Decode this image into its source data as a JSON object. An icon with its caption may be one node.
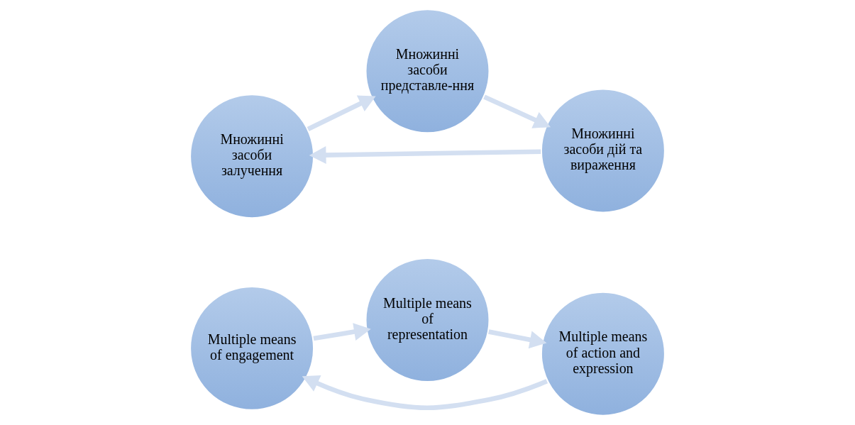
{
  "diagram": {
    "nodes": [
      {
        "text": [
          "Multiple means of engagement"
        ]
      },
      {
        "text": [
          "Multiple means of representation"
        ]
      },
      {
        "text": [
          "Multiple means of action and expression"
        ]
      },
      {
        "text": [
          "Множинні засоби залучення"
        ]
      },
      {
        "text": [
          "Множинні засоби представле-ння"
        ]
      },
      {
        "text": [
          "Множинні засоби дій та вираження"
        ]
      }
    ],
    "edges": [
      {
        "from": 0,
        "to": 1,
        "arrow": "to"
      },
      {
        "from": 1,
        "to": 2,
        "arrow": "to"
      },
      {
        "from": 2,
        "to": 0,
        "arrow": "to"
      },
      {
        "from": 3,
        "to": 4,
        "arrow": "to"
      },
      {
        "from": 4,
        "to": 5,
        "arrow": "to"
      },
      {
        "from": 5,
        "to": 3,
        "arrow": "to"
      }
    ]
  }
}
